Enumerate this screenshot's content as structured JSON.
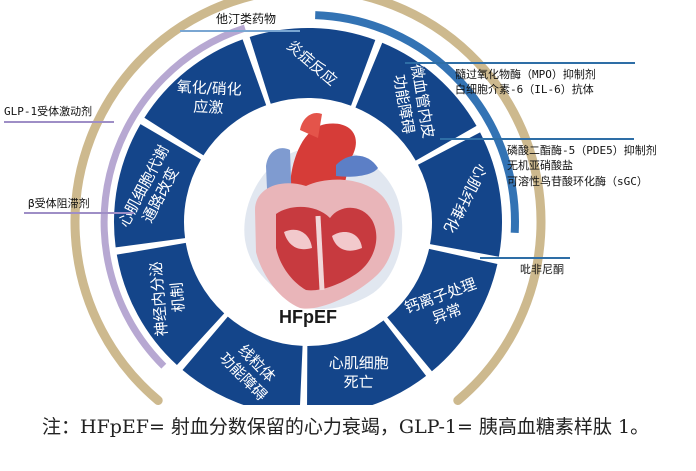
{
  "center": {
    "label": "HFpEF"
  },
  "segments": [
    {
      "label_lines": [
        "氧化/硝化",
        "应激"
      ]
    },
    {
      "label_lines": [
        "炎症反应"
      ]
    },
    {
      "label_lines": [
        "微血管内皮",
        "功能障碍"
      ]
    },
    {
      "label_lines": [
        "心肌纤维化"
      ]
    },
    {
      "label_lines": [
        "钙离子处理",
        "异常"
      ]
    },
    {
      "label_lines": [
        "心肌细胞",
        "死亡"
      ]
    },
    {
      "label_lines": [
        "线粒体",
        "功能障碍"
      ]
    },
    {
      "label_lines": [
        "神经内分泌",
        "机制"
      ]
    },
    {
      "label_lines": [
        "心肌细胞代谢",
        "通路改变"
      ]
    }
  ],
  "drugs": {
    "statins": "他汀类药物",
    "mpo": "髓过氧化物酶（MPO）抑制剂",
    "il6": "白细胞介素-6（IL-6）抗体",
    "pde5": "磷酸二酯酶-5（PDE5）抑制剂",
    "nitrite": "无机亚硝酸盐",
    "sgc": "可溶性鸟苷酸环化酶（sGC）",
    "pirfenidone": "吡非尼酮",
    "glp1": "GLP-1受体激动剂",
    "beta_blocker": "β受体阻滞剂"
  },
  "colors": {
    "segment": "#14458a",
    "segment_text": "#ffffff",
    "outer_ring": "#cdb98e",
    "blue_arc": "#3373b4",
    "purple_arc": "#b7a8d2",
    "center_text": "#1a1a1a"
  },
  "note": "注：HFpEF= 射血分数保留的心力衰竭，GLP-1= 胰高血糖素样肽 1。"
}
